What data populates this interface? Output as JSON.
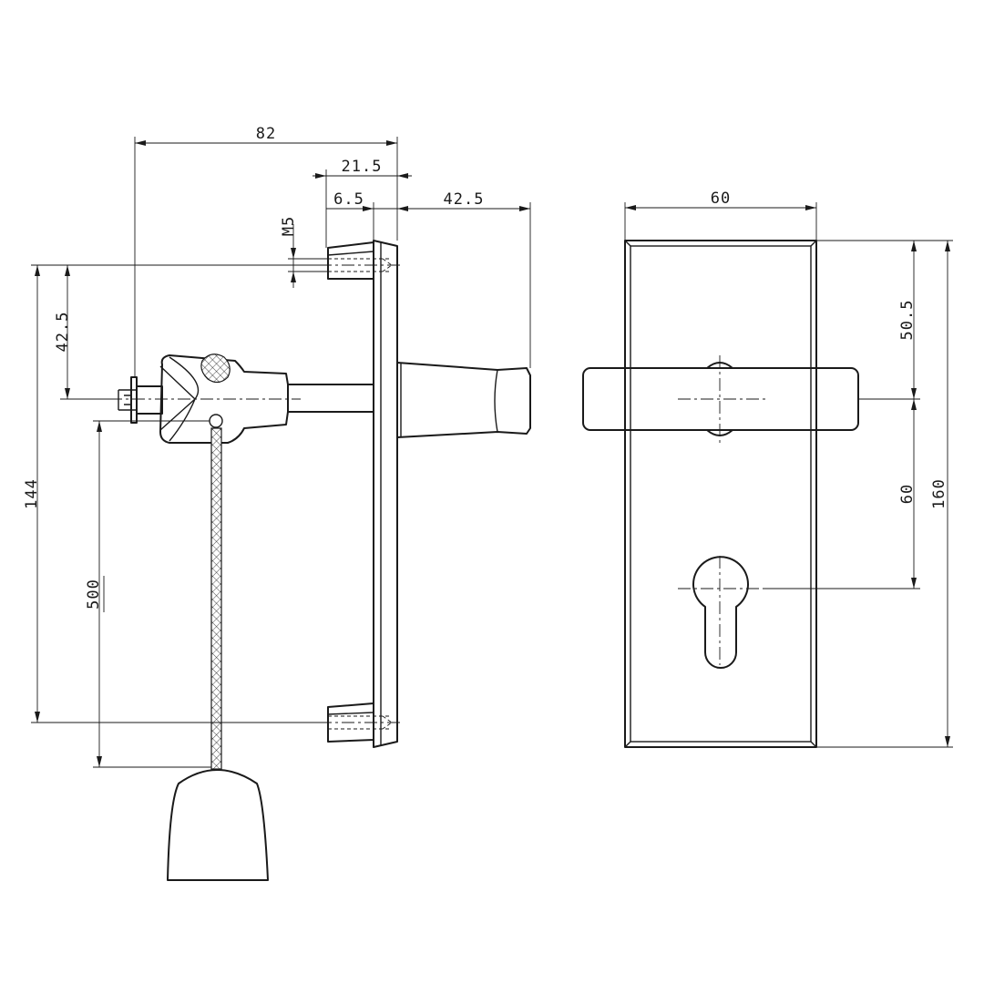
{
  "dimensions": {
    "overall_depth": "82",
    "rose_to_spindle_end": "21.5",
    "rose_thickness": "6.5",
    "handle_projection": "42.5",
    "screw_thread": "M5",
    "screw_to_handle_axis": "42.5",
    "screw_spacing": "144",
    "cord_length": "500",
    "plate_width": "60",
    "top_to_handle_axis": "50.5",
    "handle_to_cylinder": "60",
    "plate_height": "160"
  }
}
